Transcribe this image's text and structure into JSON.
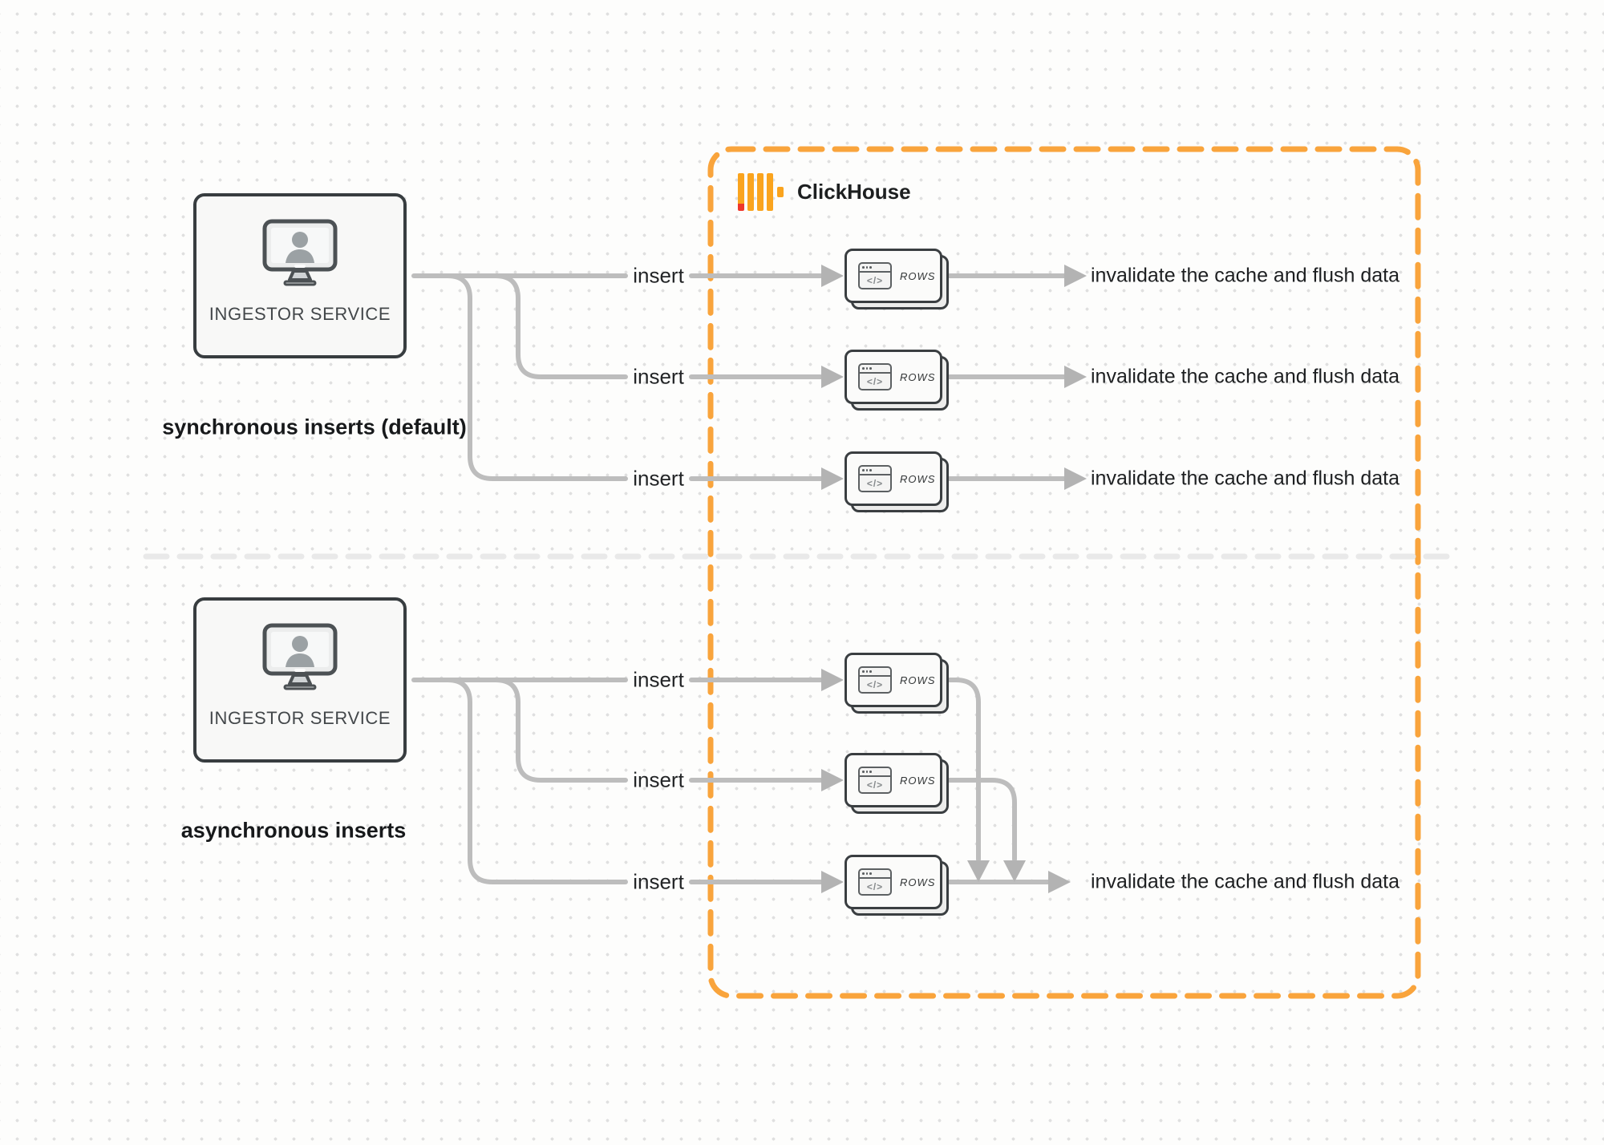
{
  "clickhouse_box": {
    "title": "ClickHouse"
  },
  "icons": {
    "code_glyph": "</>",
    "logo": "clickhouse-bars-icon",
    "source": "monitor-user-icon"
  },
  "colors": {
    "accent_orange": "#F9A43C",
    "brand_amber": "#FAA41E",
    "brand_red": "#EF372B",
    "connector_gray": "#BDBDBD",
    "divider_gray": "#E9E9E9"
  },
  "sync_flow": {
    "source_label": "INGESTOR SERVICE",
    "caption": "synchronous inserts (default)",
    "rows": [
      {
        "insert_label": "insert",
        "node_label": "ROWS",
        "result_label": "invalidate the cache and flush data"
      },
      {
        "insert_label": "insert",
        "node_label": "ROWS",
        "result_label": "invalidate the cache and flush data"
      },
      {
        "insert_label": "insert",
        "node_label": "ROWS",
        "result_label": "invalidate the cache and flush data"
      }
    ]
  },
  "async_flow": {
    "source_label": "INGESTOR SERVICE",
    "caption": "asynchronous inserts",
    "rows": [
      {
        "insert_label": "insert",
        "node_label": "ROWS"
      },
      {
        "insert_label": "insert",
        "node_label": "ROWS"
      },
      {
        "insert_label": "insert",
        "node_label": "ROWS",
        "result_label": "invalidate the cache and flush data"
      }
    ]
  }
}
